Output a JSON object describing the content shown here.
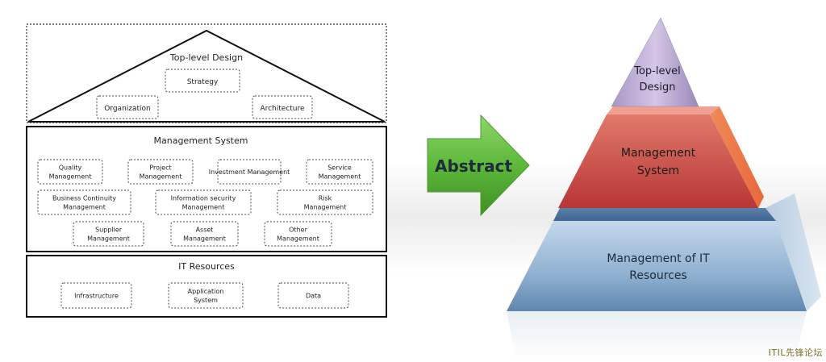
{
  "left_diagram": {
    "top_section": {
      "title": "Top-level Design",
      "items": [
        "Strategy",
        "Organization",
        "Architecture"
      ]
    },
    "management_section": {
      "title": "Management System",
      "items": [
        [
          "Quality",
          "Management"
        ],
        [
          "Project",
          "Management"
        ],
        [
          "Investment Management"
        ],
        [
          "Service",
          "Management"
        ],
        [
          "Business Continuity",
          "Management"
        ],
        [
          "Information security",
          "Management"
        ],
        [
          "Risk",
          "Management"
        ],
        [
          "Supplier",
          "Management"
        ],
        [
          "Asset",
          "Management"
        ],
        [
          "Other",
          "Management"
        ]
      ]
    },
    "it_section": {
      "title": "IT Resources",
      "items": [
        [
          "Infrastructure"
        ],
        [
          "Application",
          "System"
        ],
        [
          "Data"
        ]
      ]
    }
  },
  "arrow": {
    "label": "Abstract",
    "color": "#5db83a"
  },
  "pyramid": {
    "levels": [
      {
        "lines": [
          "Top-level",
          "Design"
        ],
        "color": "#b6a4cf"
      },
      {
        "lines": [
          "Management",
          "System"
        ],
        "color": "#c94a4a"
      },
      {
        "lines": [
          "Management of IT",
          "Resources"
        ],
        "color": "#8aa9c9"
      }
    ]
  },
  "watermark": "ITIL先锋论坛"
}
